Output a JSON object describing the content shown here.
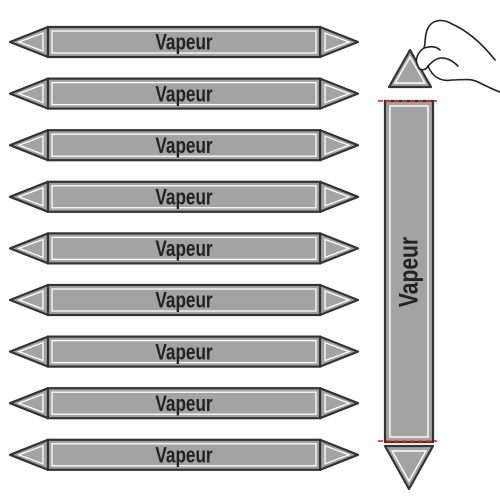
{
  "label_text": "Vapeur",
  "colors": {
    "marker_fill": "#a3a3a3",
    "marker_stroke": "#333333",
    "text": "#222222",
    "cut_line": "#e0392b",
    "background": "#ffffff"
  },
  "horizontal_markers": [
    {
      "text": "Vapeur"
    },
    {
      "text": "Vapeur"
    },
    {
      "text": "Vapeur"
    },
    {
      "text": "Vapeur"
    },
    {
      "text": "Vapeur"
    },
    {
      "text": "Vapeur"
    },
    {
      "text": "Vapeur"
    },
    {
      "text": "Vapeur"
    },
    {
      "text": "Vapeur"
    }
  ],
  "vertical_marker": {
    "text": "Vapeur"
  },
  "icons": {
    "hand": "hand-peeling-icon",
    "cut_line": "dashed-cut-line"
  }
}
